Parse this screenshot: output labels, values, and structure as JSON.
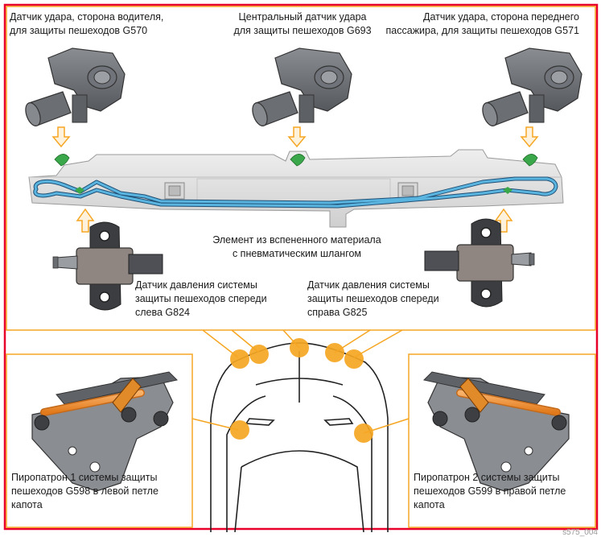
{
  "labels": {
    "sensor_left": [
      "Датчик удара, сторона водителя,",
      "для защиты пешеходов G570"
    ],
    "sensor_center": [
      "Центральный датчик удара",
      "для защиты пешеходов G693"
    ],
    "sensor_right": [
      "Датчик удара, сторона переднего",
      "пассажира, для защиты пешеходов G571"
    ],
    "foam_element": [
      "Элемент из вспененного материала",
      "с пневматическим шлангом"
    ],
    "pressure_left": [
      "Датчик давления системы",
      "защиты пешеходов спереди",
      "слева G824"
    ],
    "pressure_right": [
      "Датчик давления системы",
      "защиты пешеходов спереди",
      "справа G825"
    ],
    "pyro_left": [
      "Пиропатрон 1 системы защиты",
      "пешеходов G598 в левой петле",
      "капота"
    ],
    "pyro_right": [
      "Пиропатрон 2 системы защиты",
      "пешеходов G599 в правой петле",
      "капота"
    ]
  },
  "corner_code": "s575_004",
  "colors": {
    "frame": "#e8002a",
    "callout": "#f5a623",
    "hose": "#5ab4e0",
    "clip": "#3aa84a",
    "component": "#6e7177"
  }
}
